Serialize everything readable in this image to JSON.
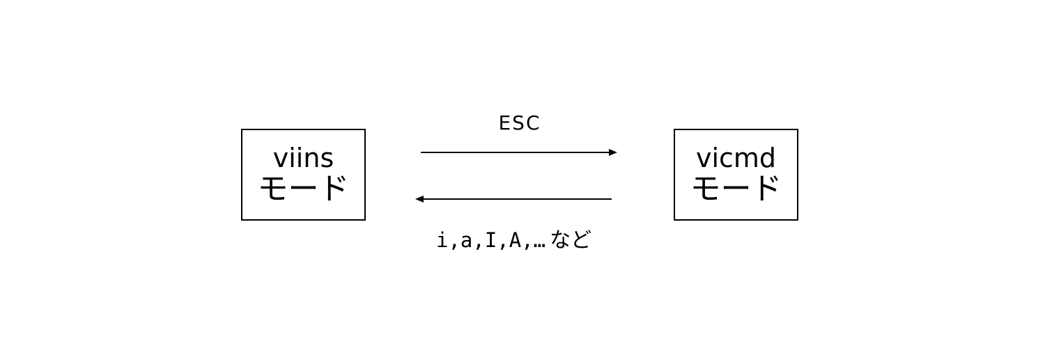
{
  "nodes": {
    "viins": {
      "name": "viins",
      "suffix": "モード"
    },
    "vicmd": {
      "name": "vicmd",
      "suffix": "モード"
    }
  },
  "edges": {
    "to_vicmd": {
      "label": "ESC"
    },
    "to_viins": {
      "keys": "i,a,I,A,…",
      "suffix": "など"
    }
  }
}
